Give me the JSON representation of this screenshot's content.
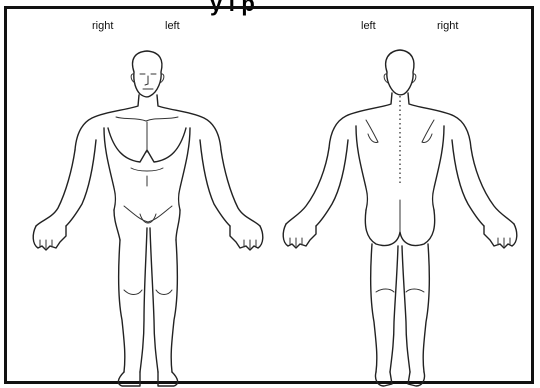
{
  "heading_fragment": "y i p",
  "front": {
    "right_label": "right",
    "left_label": "left"
  },
  "back": {
    "left_label": "left",
    "right_label": "right"
  },
  "colors": {
    "line": "#222222",
    "border": "#111111",
    "background": "#ffffff"
  }
}
